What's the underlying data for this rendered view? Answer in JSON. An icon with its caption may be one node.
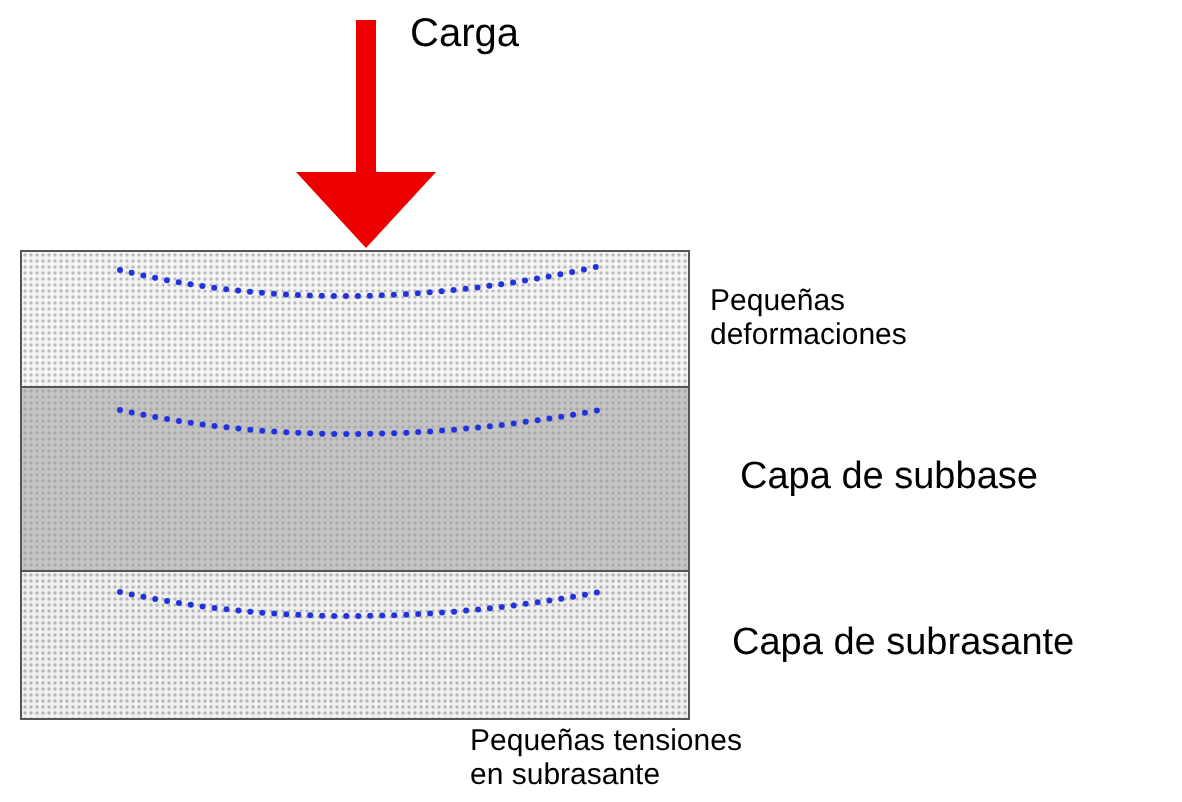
{
  "diagram": {
    "nodes": [
      {
        "text": [],
        "shape": "box",
        "beside": [
          "Pequeñas deformaciones"
        ]
      },
      {
        "text": [],
        "shape": "box",
        "beside": [
          "Capa de subbase"
        ]
      },
      {
        "text": [],
        "shape": "box",
        "beside": [
          "Capa de subrasante",
          "Pequeñas tensiones en subrasante"
        ]
      }
    ],
    "edges": [],
    "labels": [
      "Carga"
    ]
  }
}
